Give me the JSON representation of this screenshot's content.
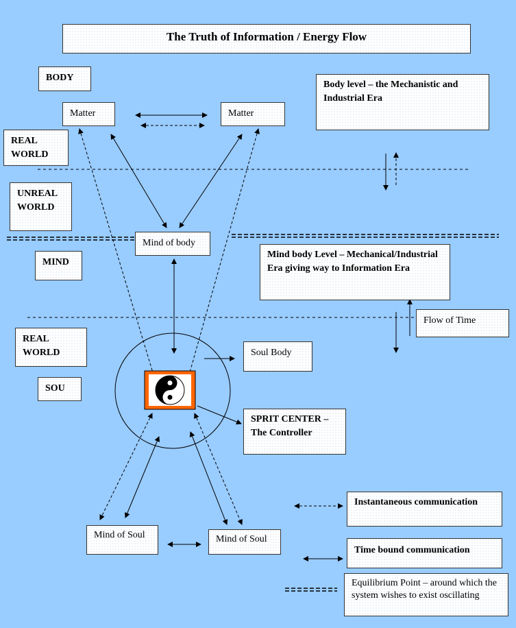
{
  "title": "The Truth of Information / Energy Flow",
  "labels": {
    "body": "BODY",
    "real_world_1": "REAL WORLD",
    "unreal_world": "UNREAL WORLD",
    "mind": "MIND",
    "real_world_2": "REAL WORLD",
    "soul": "SOU"
  },
  "nodes": {
    "matter_left": "Matter",
    "matter_right": "Matter",
    "mind_of_body": "Mind of body",
    "soul_body": "Soul Body",
    "mind_of_soul_left": "Mind of Soul",
    "mind_of_soul_right": "Mind of Soul"
  },
  "levels": {
    "body_level": "Body level – the Mechanistic and Industrial Era",
    "mind_body_level": "Mind body Level – Mechanical/Industrial Era giving way to Information Era",
    "flow_of_time": "Flow of Time",
    "sprit_center": "SPRIT CENTER – The Controller"
  },
  "legend": {
    "instantaneous": "Instantaneous communication",
    "time_bound": "Time bound communication",
    "equilibrium": "Equilibrium Point – around which the system wishes to exist oscillating"
  },
  "colors": {
    "background": "#99ccff",
    "yin_yang_frame": "#ff6600"
  },
  "icons": {
    "center": "yin-yang-icon"
  }
}
